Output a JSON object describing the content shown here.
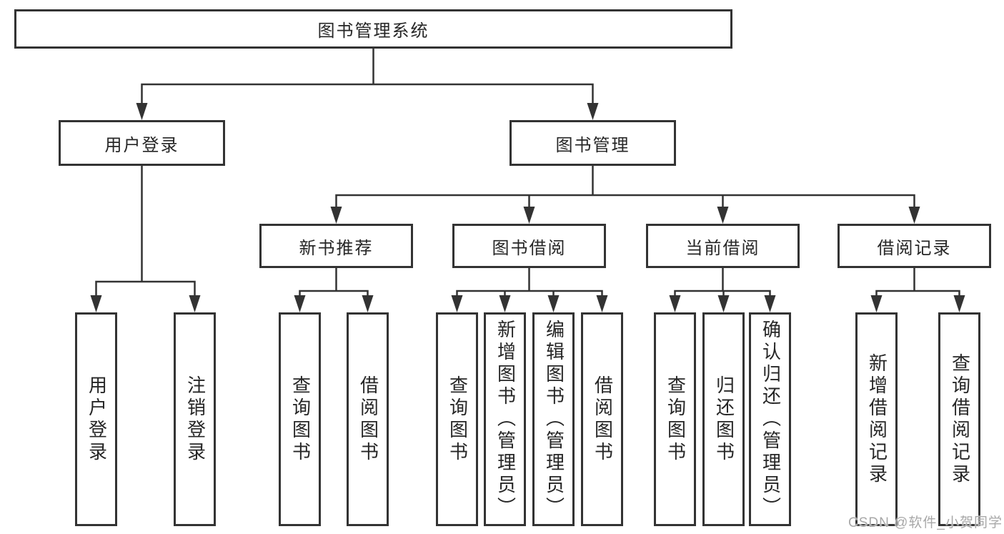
{
  "diagram": {
    "root": {
      "label": "图书管理系统"
    },
    "level1": [
      {
        "label": "用户登录"
      },
      {
        "label": "图书管理"
      }
    ],
    "level2": [
      {
        "label": "新书推荐"
      },
      {
        "label": "图书借阅"
      },
      {
        "label": "当前借阅"
      },
      {
        "label": "借阅记录"
      }
    ],
    "leaves": {
      "user_login": [
        {
          "label": "用户登录"
        },
        {
          "label": "注销登录"
        }
      ],
      "new_book": [
        {
          "label": "查询图书"
        },
        {
          "label": "借阅图书"
        }
      ],
      "book_borrow": [
        {
          "label": "查询图书"
        },
        {
          "label": "新增图书（管理员）"
        },
        {
          "label": "编辑图书（管理员）"
        },
        {
          "label": "借阅图书"
        }
      ],
      "current_borrow": [
        {
          "label": "查询图书"
        },
        {
          "label": "归还图书"
        },
        {
          "label": "确认归还（管理员）"
        }
      ],
      "borrow_record": [
        {
          "label": "新增借阅记录"
        },
        {
          "label": "查询借阅记录"
        }
      ]
    }
  },
  "watermark": {
    "text": "CSDN @软件_小贺同学"
  },
  "colors": {
    "line": "#333333",
    "box_border": "#333333",
    "text": "#262626",
    "watermark": "#a8a8a8",
    "background": "#ffffff"
  }
}
